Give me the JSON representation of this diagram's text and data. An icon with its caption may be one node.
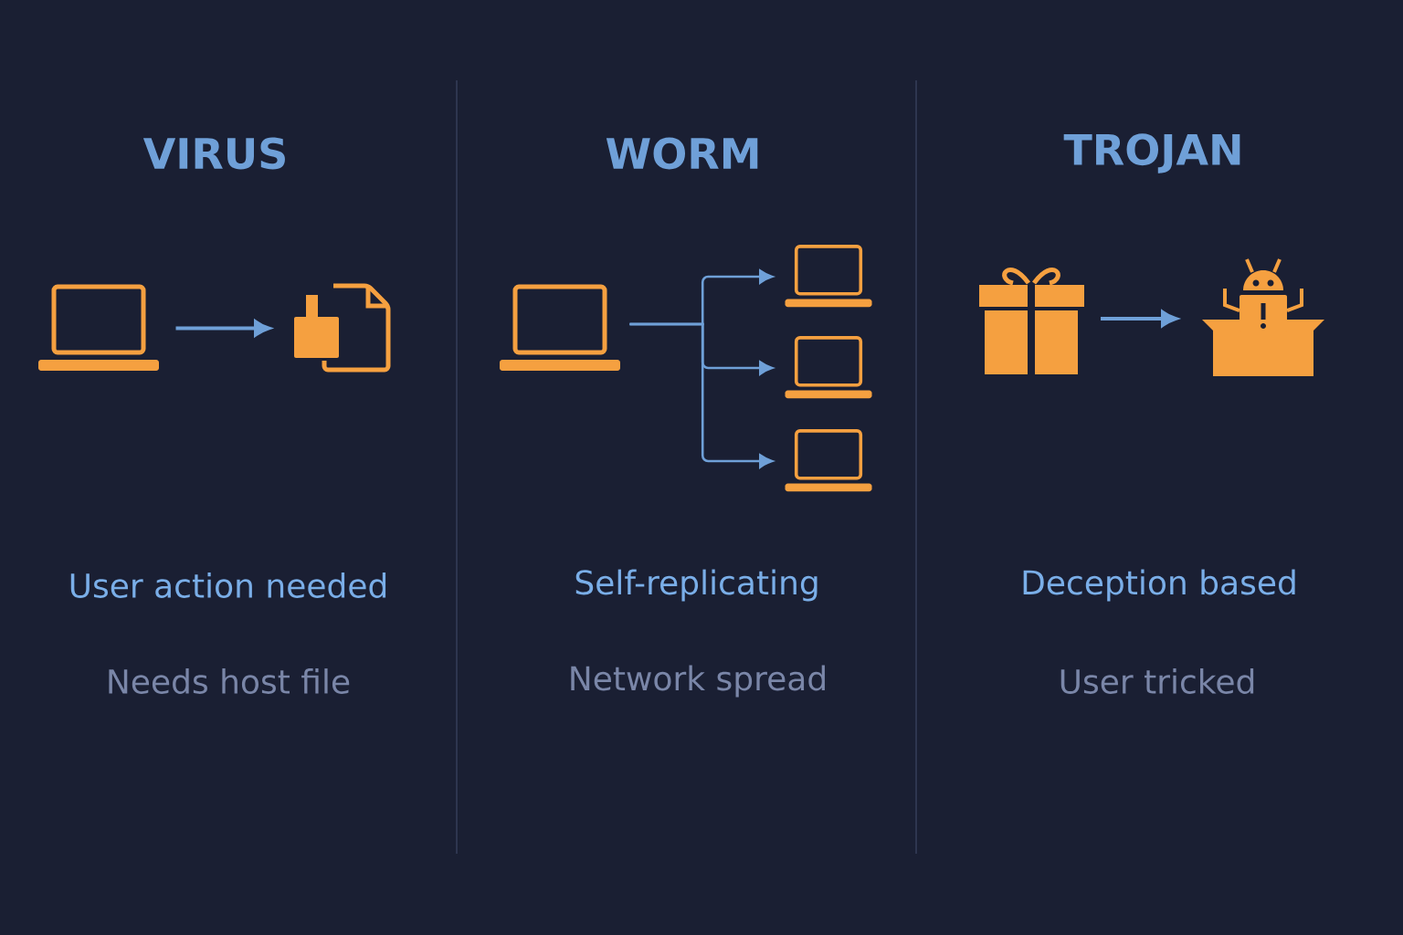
{
  "diagram": {
    "nodes": [
      {
        "text": [],
        "shape": "laptop"
      },
      {
        "text": [],
        "shape": "picture"
      },
      {
        "text": [],
        "shape": "laptop"
      },
      {
        "text": [],
        "shape": "laptop"
      },
      {
        "text": [],
        "shape": "laptop"
      },
      {
        "text": [],
        "shape": "laptop"
      },
      {
        "text": [],
        "shape": "picture"
      },
      {
        "text": [],
        "shape": "picture"
      }
    ],
    "edges": [
      {
        "from": 0,
        "to": 1,
        "arrow": "to"
      },
      {
        "from": 2,
        "to": 3,
        "arrow": "to"
      },
      {
        "from": 2,
        "to": 4,
        "arrow": "to"
      },
      {
        "from": 2,
        "to": 5,
        "arrow": "to"
      },
      {
        "from": 6,
        "to": 7,
        "arrow": "to"
      }
    ],
    "labels": [
      "VIRUS",
      "WORM",
      "TROJAN",
      "User action needed",
      "Self-replicating",
      "Deception based",
      "Needs host file",
      "Network spread",
      "User tricked"
    ]
  }
}
